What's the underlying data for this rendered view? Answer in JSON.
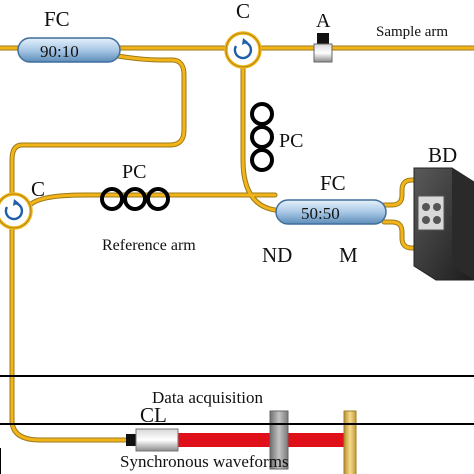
{
  "labels": {
    "fc_top": "FC",
    "fc_top_ratio": "90:10",
    "circ_top": "C",
    "circ_left": "C",
    "attenuator": "A",
    "sample_arm": "Sample arm",
    "pc_vertical": "PC",
    "pc_horizontal": "PC",
    "fc_right": "FC",
    "fc_right_ratio": "50:50",
    "bd": "BD",
    "reference_arm": "Reference arm",
    "cl": "CL",
    "nd": "ND",
    "m": "M",
    "data_acquisition": "Data acquisition",
    "sync_waveforms": "Synchronous waveforms"
  },
  "colors": {
    "fiber": "#f2b418",
    "coupler_fill": "#a9c8e6",
    "coupler_stroke": "#3f6f9d",
    "beam": "#e0101a",
    "mirror": "#e8c25a",
    "nd_filter": "#9a9a9a",
    "circulator_arrow": "#1f5fa8",
    "detector": "#3a3a3a",
    "wire": "#000000"
  }
}
